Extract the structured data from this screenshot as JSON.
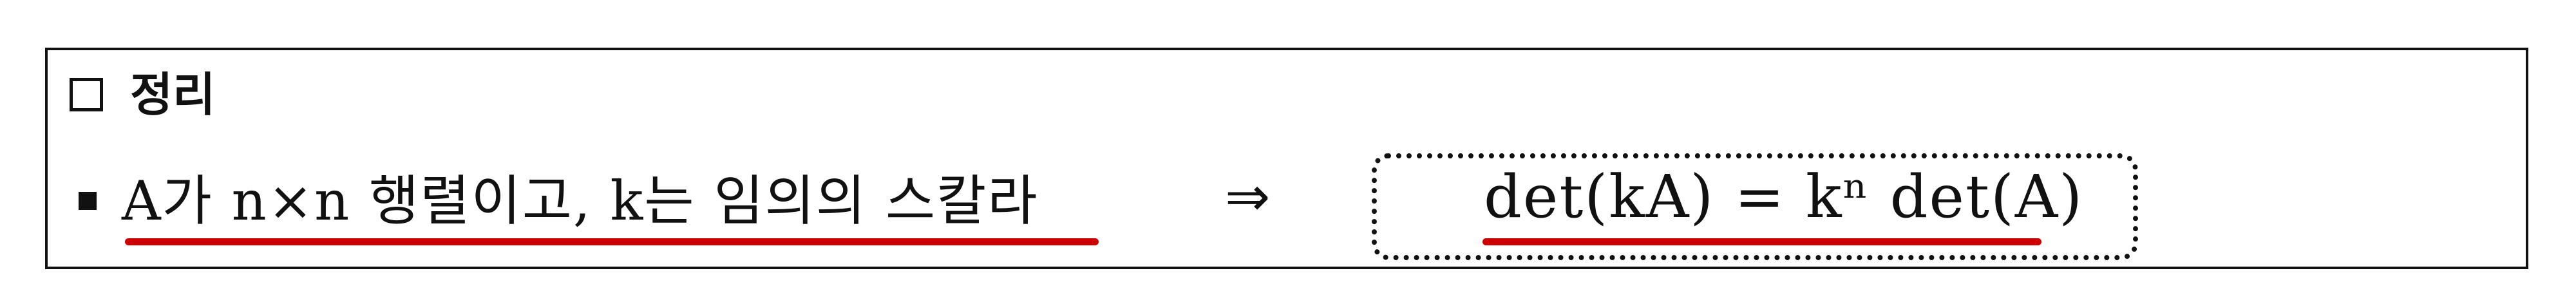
{
  "heading": {
    "checkbox_symbol": "□",
    "title": "정리"
  },
  "statement": {
    "bullet": "■",
    "premise": "A가 n×n 행렬이고, k는 임의의 스칼라",
    "implies": "⇒",
    "formula": "det(kA) = kⁿ det(A)"
  },
  "colors": {
    "underline": "#cc0000",
    "text": "#111111",
    "border": "#111111"
  }
}
